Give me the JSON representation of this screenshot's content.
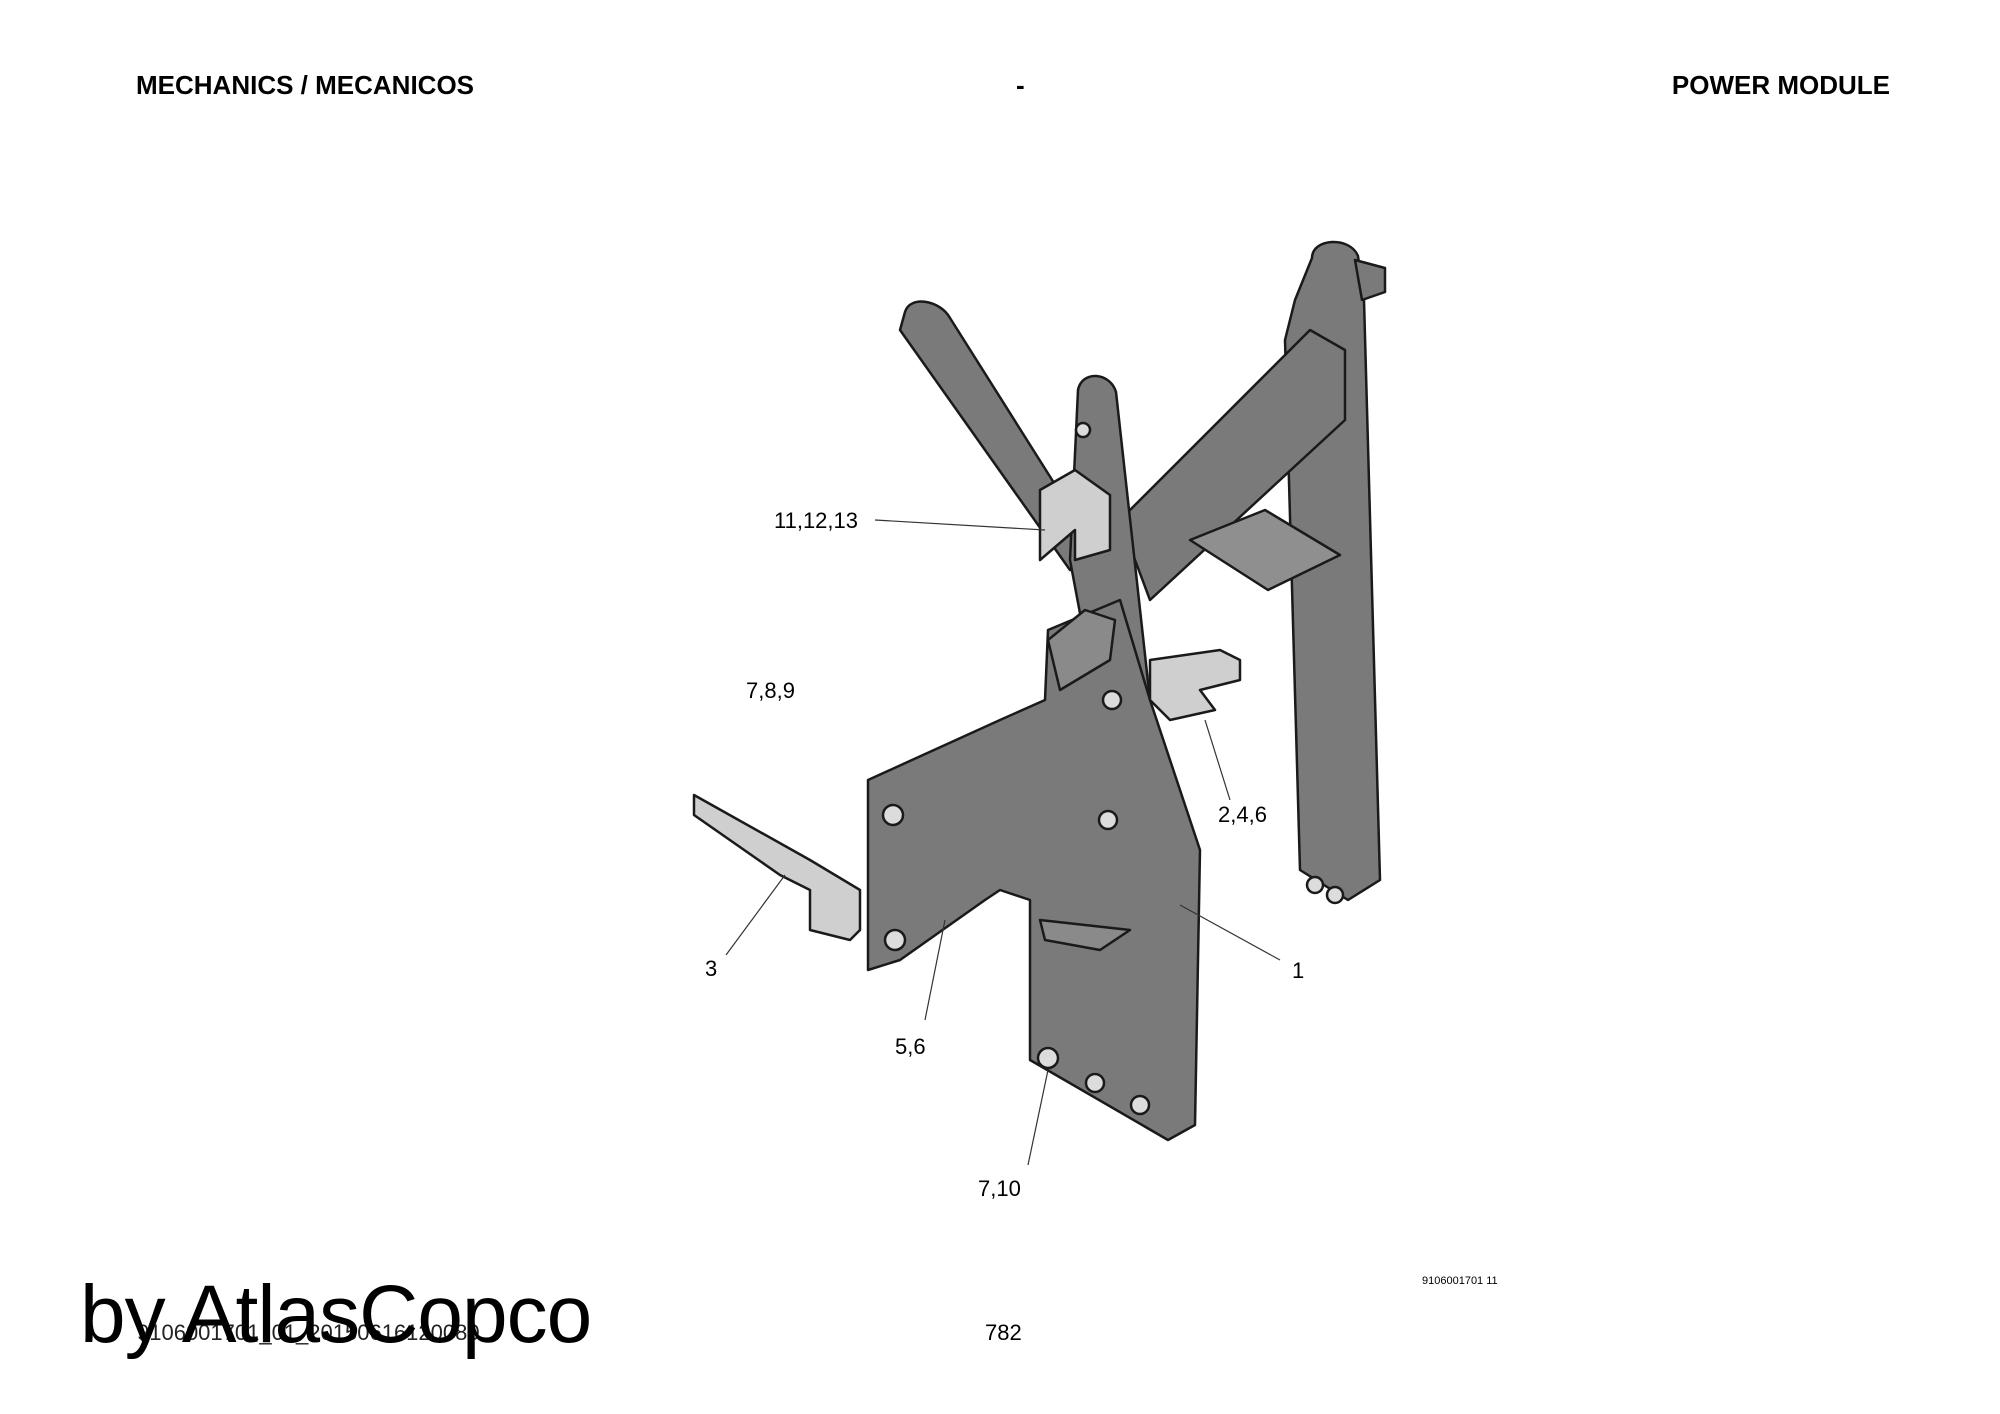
{
  "header": {
    "left": "MECHANICS / MECANICOS",
    "center": "-",
    "right": "POWER MODULE"
  },
  "callouts": {
    "c1": "1",
    "c246": "2,4,6",
    "c3": "3",
    "c56": "5,6",
    "c789": "7,8,9",
    "c710": "7,10",
    "c111213": "11,12,13"
  },
  "footer": {
    "drawing_id": "9106001701 11",
    "doc_code": "9106001701_01_20150616120080",
    "page_number": "782",
    "watermark": "by AtlasCopco"
  },
  "colors": {
    "frame_fill": "#7a7a7a",
    "frame_stroke": "#1a1a1a",
    "bracket_fill": "#cfcfcf"
  }
}
